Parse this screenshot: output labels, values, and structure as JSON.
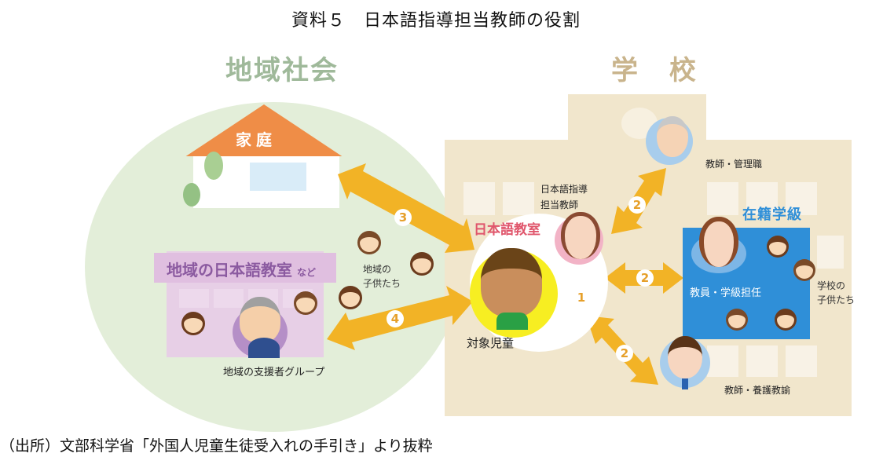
{
  "title": "資料５　日本語指導担当教師の役割",
  "zones": {
    "community": "地域社会",
    "school": "学 校"
  },
  "community": {
    "home_label": "家庭",
    "local_class_label": "地域の日本語教室",
    "local_class_suffix": "など",
    "local_children_label_line1": "地域の",
    "local_children_label_line2": "子供たち",
    "supporters_label": "地域の支援者グループ"
  },
  "school": {
    "jp_teacher_label_line1": "日本語指導",
    "jp_teacher_label_line2": "担当教師",
    "jp_classroom_label": "日本語教室",
    "target_child_label": "対象児童",
    "management_label": "教師・管理職",
    "homeroom_class_title": "在籍学級",
    "homeroom_teacher_label": "教員・学級担任",
    "school_children_label_line1": "学校の",
    "school_children_label_line2": "子供たち",
    "nurse_label": "教師・養護教諭"
  },
  "arrows": [
    {
      "id": "1",
      "label": "1",
      "from": "日本語指導担当教師",
      "to": "対象児童"
    },
    {
      "id": "2a",
      "label": "2",
      "from": "日本語指導担当教師",
      "to": "教師・管理職"
    },
    {
      "id": "2b",
      "label": "2",
      "from": "日本語教室",
      "to": "在籍学級"
    },
    {
      "id": "2c",
      "label": "2",
      "from": "日本語教室",
      "to": "教師・養護教諭"
    },
    {
      "id": "3",
      "label": "3",
      "from": "日本語教室",
      "to": "家庭"
    },
    {
      "id": "4",
      "label": "4",
      "from": "日本語教室",
      "to": "地域の日本語教室"
    }
  ],
  "colors": {
    "arrow": "#f2b326",
    "community_bg": "#e3eed9",
    "school_bg": "#f1e6cc",
    "roof": "#ef8d47",
    "homeroom_box": "#2f8fd8",
    "jp_classroom_text": "#e0566c",
    "local_class_text": "#8b5aa0"
  },
  "source": "（出所）文部科学省「外国人児童生徒受入れの手引き」より抜粋"
}
